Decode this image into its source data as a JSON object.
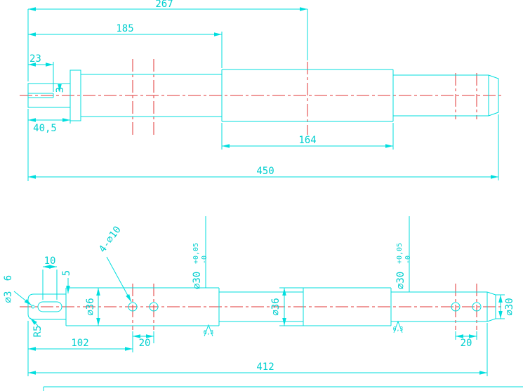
{
  "colors": {
    "line": "#00dede",
    "centerline": "#e03535",
    "text": "#00cfcf",
    "background": "#ffffff"
  },
  "top": {
    "d267": "267",
    "d185": "185",
    "d23": "23",
    "d3": "3",
    "d40_5": "40,5",
    "d164": "164",
    "d450": "450"
  },
  "bottom": {
    "d10": "10",
    "d5": "5",
    "d6": "6",
    "dphi3": "⌀3",
    "holes_note": "4-⌀10",
    "phi36_left": "⌀36",
    "phi36_mid": "⌀36",
    "phi30_end": "⌀30",
    "r5": "R5",
    "d102": "102",
    "d20_left": "20",
    "d20_right": "20",
    "d412": "412",
    "rough_left": "6,3",
    "rough_right": "6,3",
    "phi30_left": {
      "base": "⌀30",
      "plus": "+0,05",
      "minus": "-0"
    },
    "phi30_right": {
      "base": "⌀30",
      "plus": "+0,05",
      "minus": "-0"
    }
  }
}
